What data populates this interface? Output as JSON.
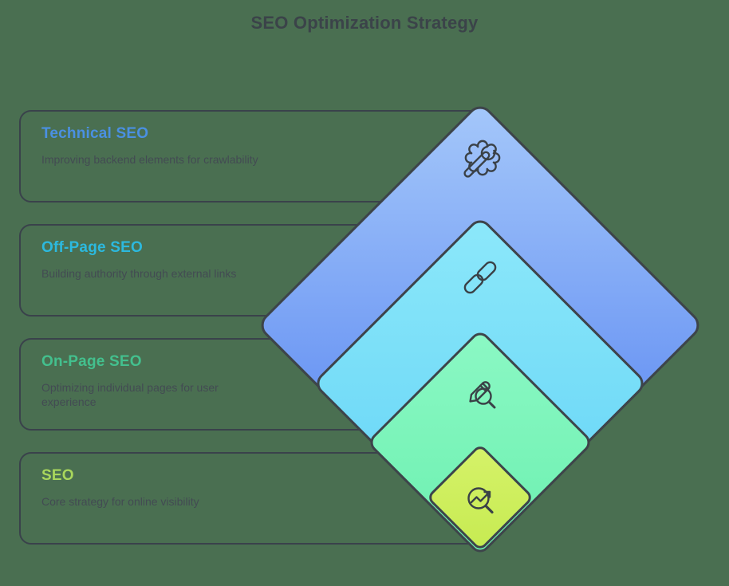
{
  "title": "SEO Optimization Strategy",
  "colors": {
    "background": "#4a6f51",
    "outline_dark": "#3d444a",
    "title_text": "#3b4349",
    "description_text": "#434b53"
  },
  "cards": [
    {
      "heading": "Technical SEO",
      "heading_color": "#4a90e2",
      "description": "Improving backend elements for crawlability"
    },
    {
      "heading": "Off-Page SEO",
      "heading_color": "#2cb9de",
      "description": "Building authority through external links"
    },
    {
      "heading": "On-Page SEO",
      "heading_color": "#43c08e",
      "description": "Optimizing individual pages for user experience"
    },
    {
      "heading": "SEO",
      "heading_color": "#a9d75c",
      "description": "Core strategy for online visibility"
    }
  ],
  "diamonds": [
    {
      "name": "technical-seo",
      "icon": "gear-wrench-icon",
      "gradient": {
        "from": "#a4c7fa",
        "to": "#4e7df0"
      }
    },
    {
      "name": "off-page-seo",
      "icon": "chain-link-icon",
      "gradient": {
        "from": "#8ce8fa",
        "to": "#63d3f6"
      }
    },
    {
      "name": "on-page-seo",
      "icon": "pencil-search-icon",
      "gradient": {
        "from": "#8bf8c4",
        "to": "#6cf0b0"
      }
    },
    {
      "name": "seo-core",
      "icon": "trend-search-icon",
      "gradient": {
        "from": "#d5f269",
        "to": "#c7eb52"
      }
    }
  ]
}
